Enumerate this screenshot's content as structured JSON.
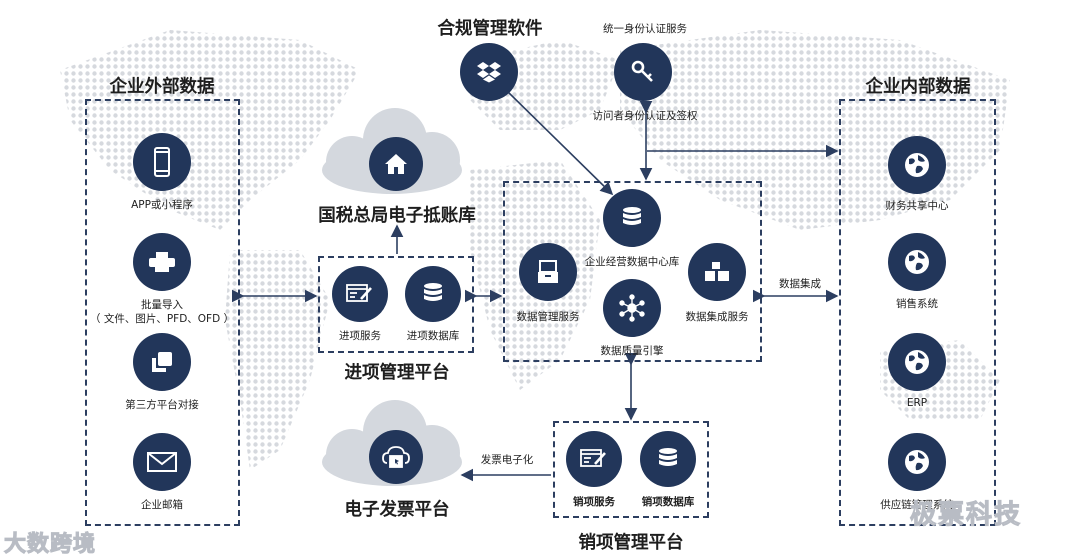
{
  "top": {
    "compliance_software": "合规管理软件",
    "unified_auth": "统一身份认证服务",
    "visitor_auth": "访问者身份认证及签权"
  },
  "external": {
    "title": "企业外部数据",
    "items": [
      {
        "label": "APP或小程序",
        "icon": "smartphone-icon"
      },
      {
        "label": "批量导入",
        "sub": "（ 文件、图片、PFD、OFD ）",
        "icon": "printer-icon"
      },
      {
        "label": "第三方平台对接",
        "icon": "copy-icon"
      },
      {
        "label": "企业邮箱",
        "icon": "envelope-icon"
      }
    ]
  },
  "internal": {
    "title": "企业内部数据",
    "items": [
      {
        "label": "财务共享中心",
        "icon": "globe-icon"
      },
      {
        "label": "销售系统",
        "icon": "globe-icon"
      },
      {
        "label": "ERP",
        "icon": "globe-icon"
      },
      {
        "label": "供应链管理系统",
        "icon": "globe-icon"
      }
    ]
  },
  "tax_cloud": {
    "label": "国税总局电子抵账库",
    "icon": "home-icon"
  },
  "invoice_cloud": {
    "label": "电子发票平台",
    "icon": "cloud-invoice-icon"
  },
  "input_platform": {
    "title": "进项管理平台",
    "service": "进项服务",
    "database": "进项数据库"
  },
  "output_platform": {
    "title": "销项管理平台",
    "service": "销项服务",
    "database": "销项数据库"
  },
  "center": {
    "data_center": "企业经营数据中心库",
    "data_mgmt": "数据管理服务",
    "data_integration_service": "数据集成服务",
    "data_quality": "数据质量引擎"
  },
  "arrows": {
    "data_integration": "数据集成",
    "e_invoice": "发票电子化"
  },
  "watermark": {
    "left": "大数跨境",
    "right": "极票科技"
  },
  "colors": {
    "node": "#22365a",
    "line": "#2c3e60",
    "map_dots": "#d6d9de",
    "cloud": "#d4d8de"
  }
}
